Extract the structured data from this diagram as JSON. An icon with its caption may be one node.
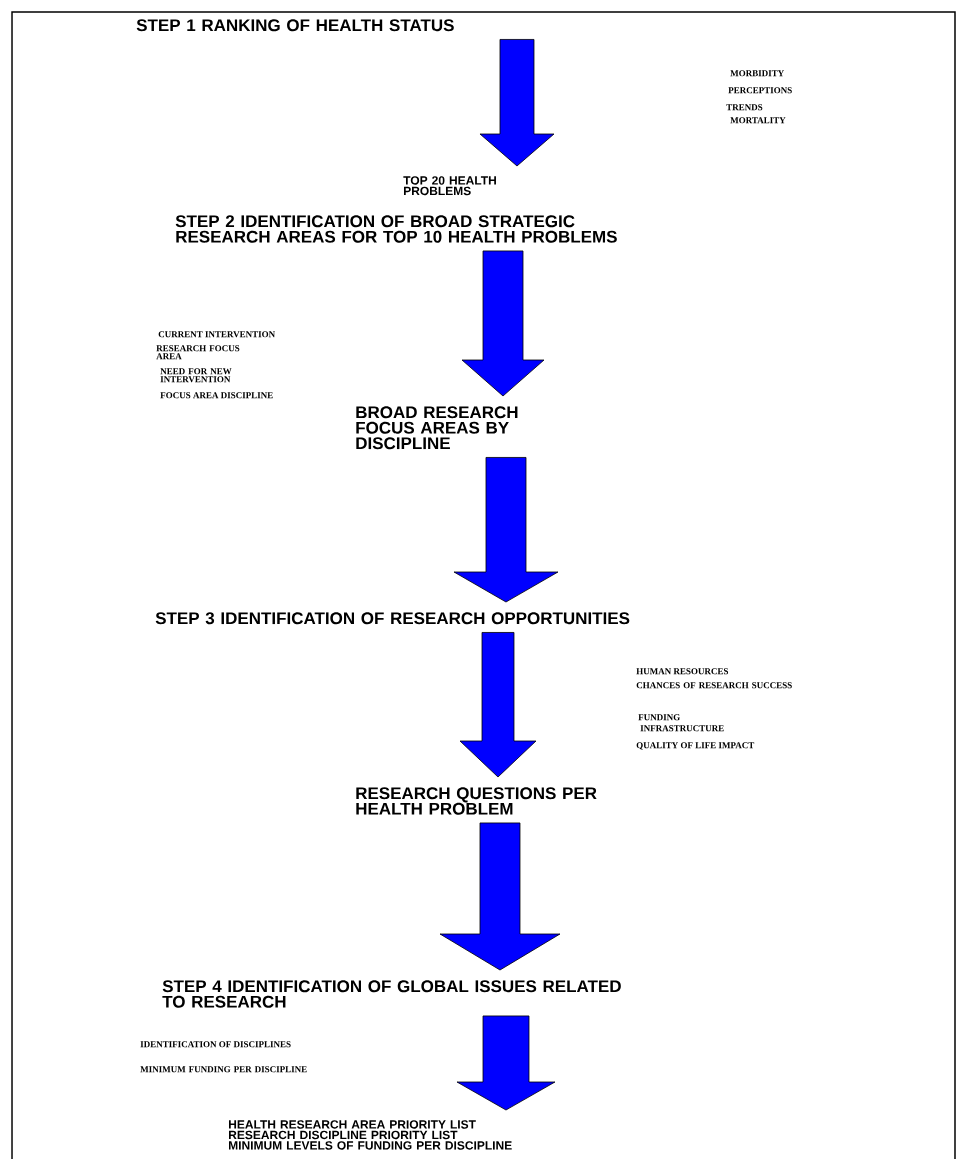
{
  "diagram": {
    "nodes": [
      {
        "text": [
          "STEP 1 RANKING OF HEALTH STATUS"
        ]
      },
      {
        "text": [
          "TOP 20 HEALTH PROBLEMS"
        ]
      },
      {
        "text": [
          "STEP 2 IDENTIFICATION OF BROAD STRATEGIC RESEARCH AREAS FOR TOP 10 HEALTH PROBLEMS"
        ]
      },
      {
        "text": [
          "BROAD RESEARCH FOCUS AREAS BY DISCIPLINE"
        ]
      },
      {
        "text": [
          "STEP 3 IDENTIFICATION OF RESEARCH OPPORTUNITIES"
        ]
      },
      {
        "text": [
          "RESEARCH QUESTIONS PER HEALTH PROBLEM"
        ]
      },
      {
        "text": [
          "STEP 4 IDENTIFICATION OF GLOBAL ISSUES RELATED TO RESEARCH"
        ]
      },
      {
        "text": [
          "HEALTH RESEARCH AREA PRIORITY LIST",
          "RESEARCH DISCIPLINE PRIORITY LIST",
          "MINIMUM LEVELS OF FUNDING PER DISCIPLINE"
        ]
      }
    ],
    "edges": [
      {
        "from": 0,
        "to": 1,
        "arrow": "to"
      },
      {
        "from": 2,
        "to": 3,
        "arrow": "to"
      },
      {
        "from": 3,
        "to": 4,
        "arrow": "to"
      },
      {
        "from": 4,
        "to": 5,
        "arrow": "to"
      },
      {
        "from": 5,
        "to": 6,
        "arrow": "to"
      },
      {
        "from": 6,
        "to": 7,
        "arrow": "to"
      }
    ],
    "labels": [
      "MORBIDITY",
      "PERCEPTIONS",
      "TRENDS",
      "MORTALITY",
      "CURRENT INTERVENTION",
      "RESEARCH FOCUS AREA",
      "NEED FOR NEW INTERVENTION",
      "FOCUS AREA DISCIPLINE",
      "HUMAN RESOURCES",
      "CHANCES OF RESEARCH SUCCESS",
      "FUNDING",
      "INFRASTRUCTURE",
      "QUALITY OF LIFE IMPACT",
      "IDENTIFICATION OF DISCIPLINES",
      "MINIMUM FUNDING PER DISCIPLINE"
    ]
  }
}
